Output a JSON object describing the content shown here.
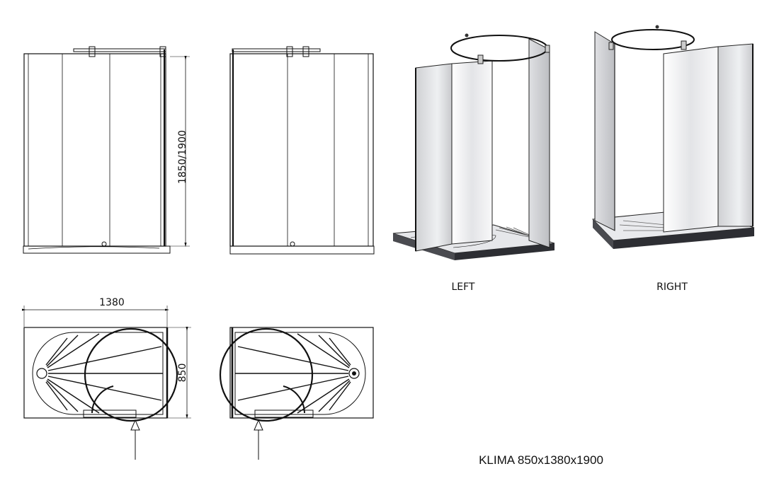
{
  "labels": {
    "height_dim": "1850/1900",
    "width_dim": "1380",
    "depth_dim": "850",
    "left_view": "LEFT",
    "right_view": "RIGHT",
    "product": "KLIMA 850x1380x1900"
  }
}
